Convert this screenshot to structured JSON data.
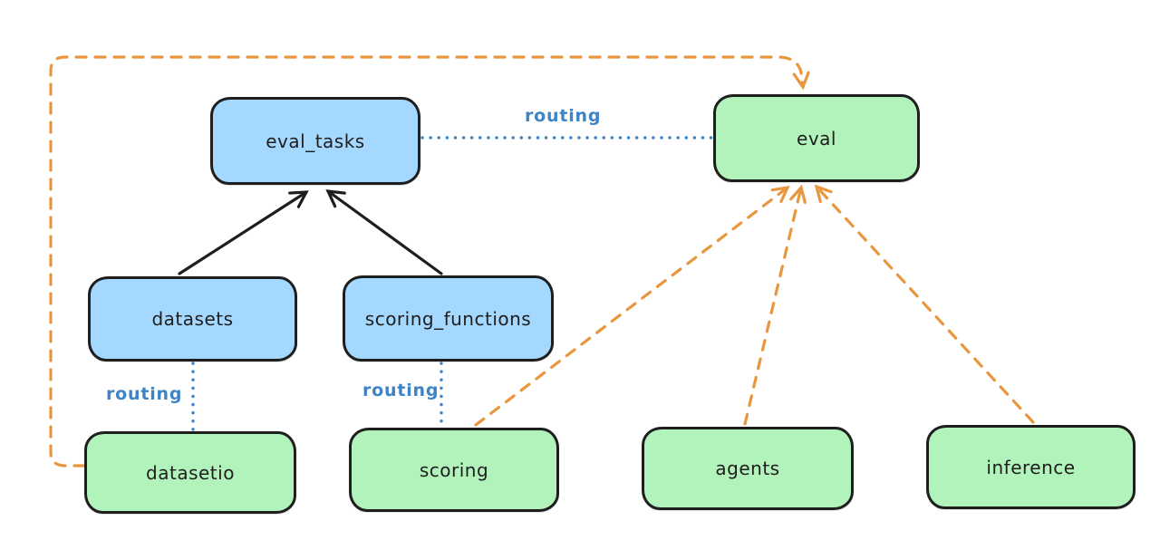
{
  "colors": {
    "canvas_bg": "#ffffff",
    "node_blue_fill": "#a5d8ff",
    "node_green_fill": "#b2f2bb",
    "node_stroke": "#1e1e1e",
    "black_arrow": "#1e1e1e",
    "orange_arrow": "#e8973f",
    "routing_blue": "#3d84c6"
  },
  "nodes": {
    "eval_tasks": {
      "label": "eval_tasks",
      "color": "blue"
    },
    "eval": {
      "label": "eval",
      "color": "green"
    },
    "datasets": {
      "label": "datasets",
      "color": "blue"
    },
    "scoring_functions": {
      "label": "scoring_functions",
      "color": "blue"
    },
    "datasetio": {
      "label": "datasetio",
      "color": "green"
    },
    "scoring": {
      "label": "scoring",
      "color": "green"
    },
    "agents": {
      "label": "agents",
      "color": "green"
    },
    "inference": {
      "label": "inference",
      "color": "green"
    }
  },
  "edge_labels": {
    "routing_eval_tasks_eval": "routing",
    "routing_datasets_datasetio": "routing",
    "routing_scoring_functions_scoring": "routing"
  },
  "edges": [
    {
      "from": "datasets",
      "to": "eval_tasks",
      "style": "solid-black-arrow"
    },
    {
      "from": "scoring_functions",
      "to": "eval_tasks",
      "style": "solid-black-arrow"
    },
    {
      "from": "eval_tasks",
      "to": "eval",
      "style": "dotted-blue",
      "label": "routing"
    },
    {
      "from": "datasets",
      "to": "datasetio",
      "style": "dotted-blue",
      "label": "routing"
    },
    {
      "from": "scoring_functions",
      "to": "scoring",
      "style": "dotted-blue",
      "label": "routing"
    },
    {
      "from": "datasetio",
      "to": "eval",
      "style": "dashed-orange-arrow"
    },
    {
      "from": "scoring",
      "to": "eval",
      "style": "dashed-orange-arrow"
    },
    {
      "from": "agents",
      "to": "eval",
      "style": "dashed-orange-arrow"
    },
    {
      "from": "inference",
      "to": "eval",
      "style": "dashed-orange-arrow"
    }
  ]
}
